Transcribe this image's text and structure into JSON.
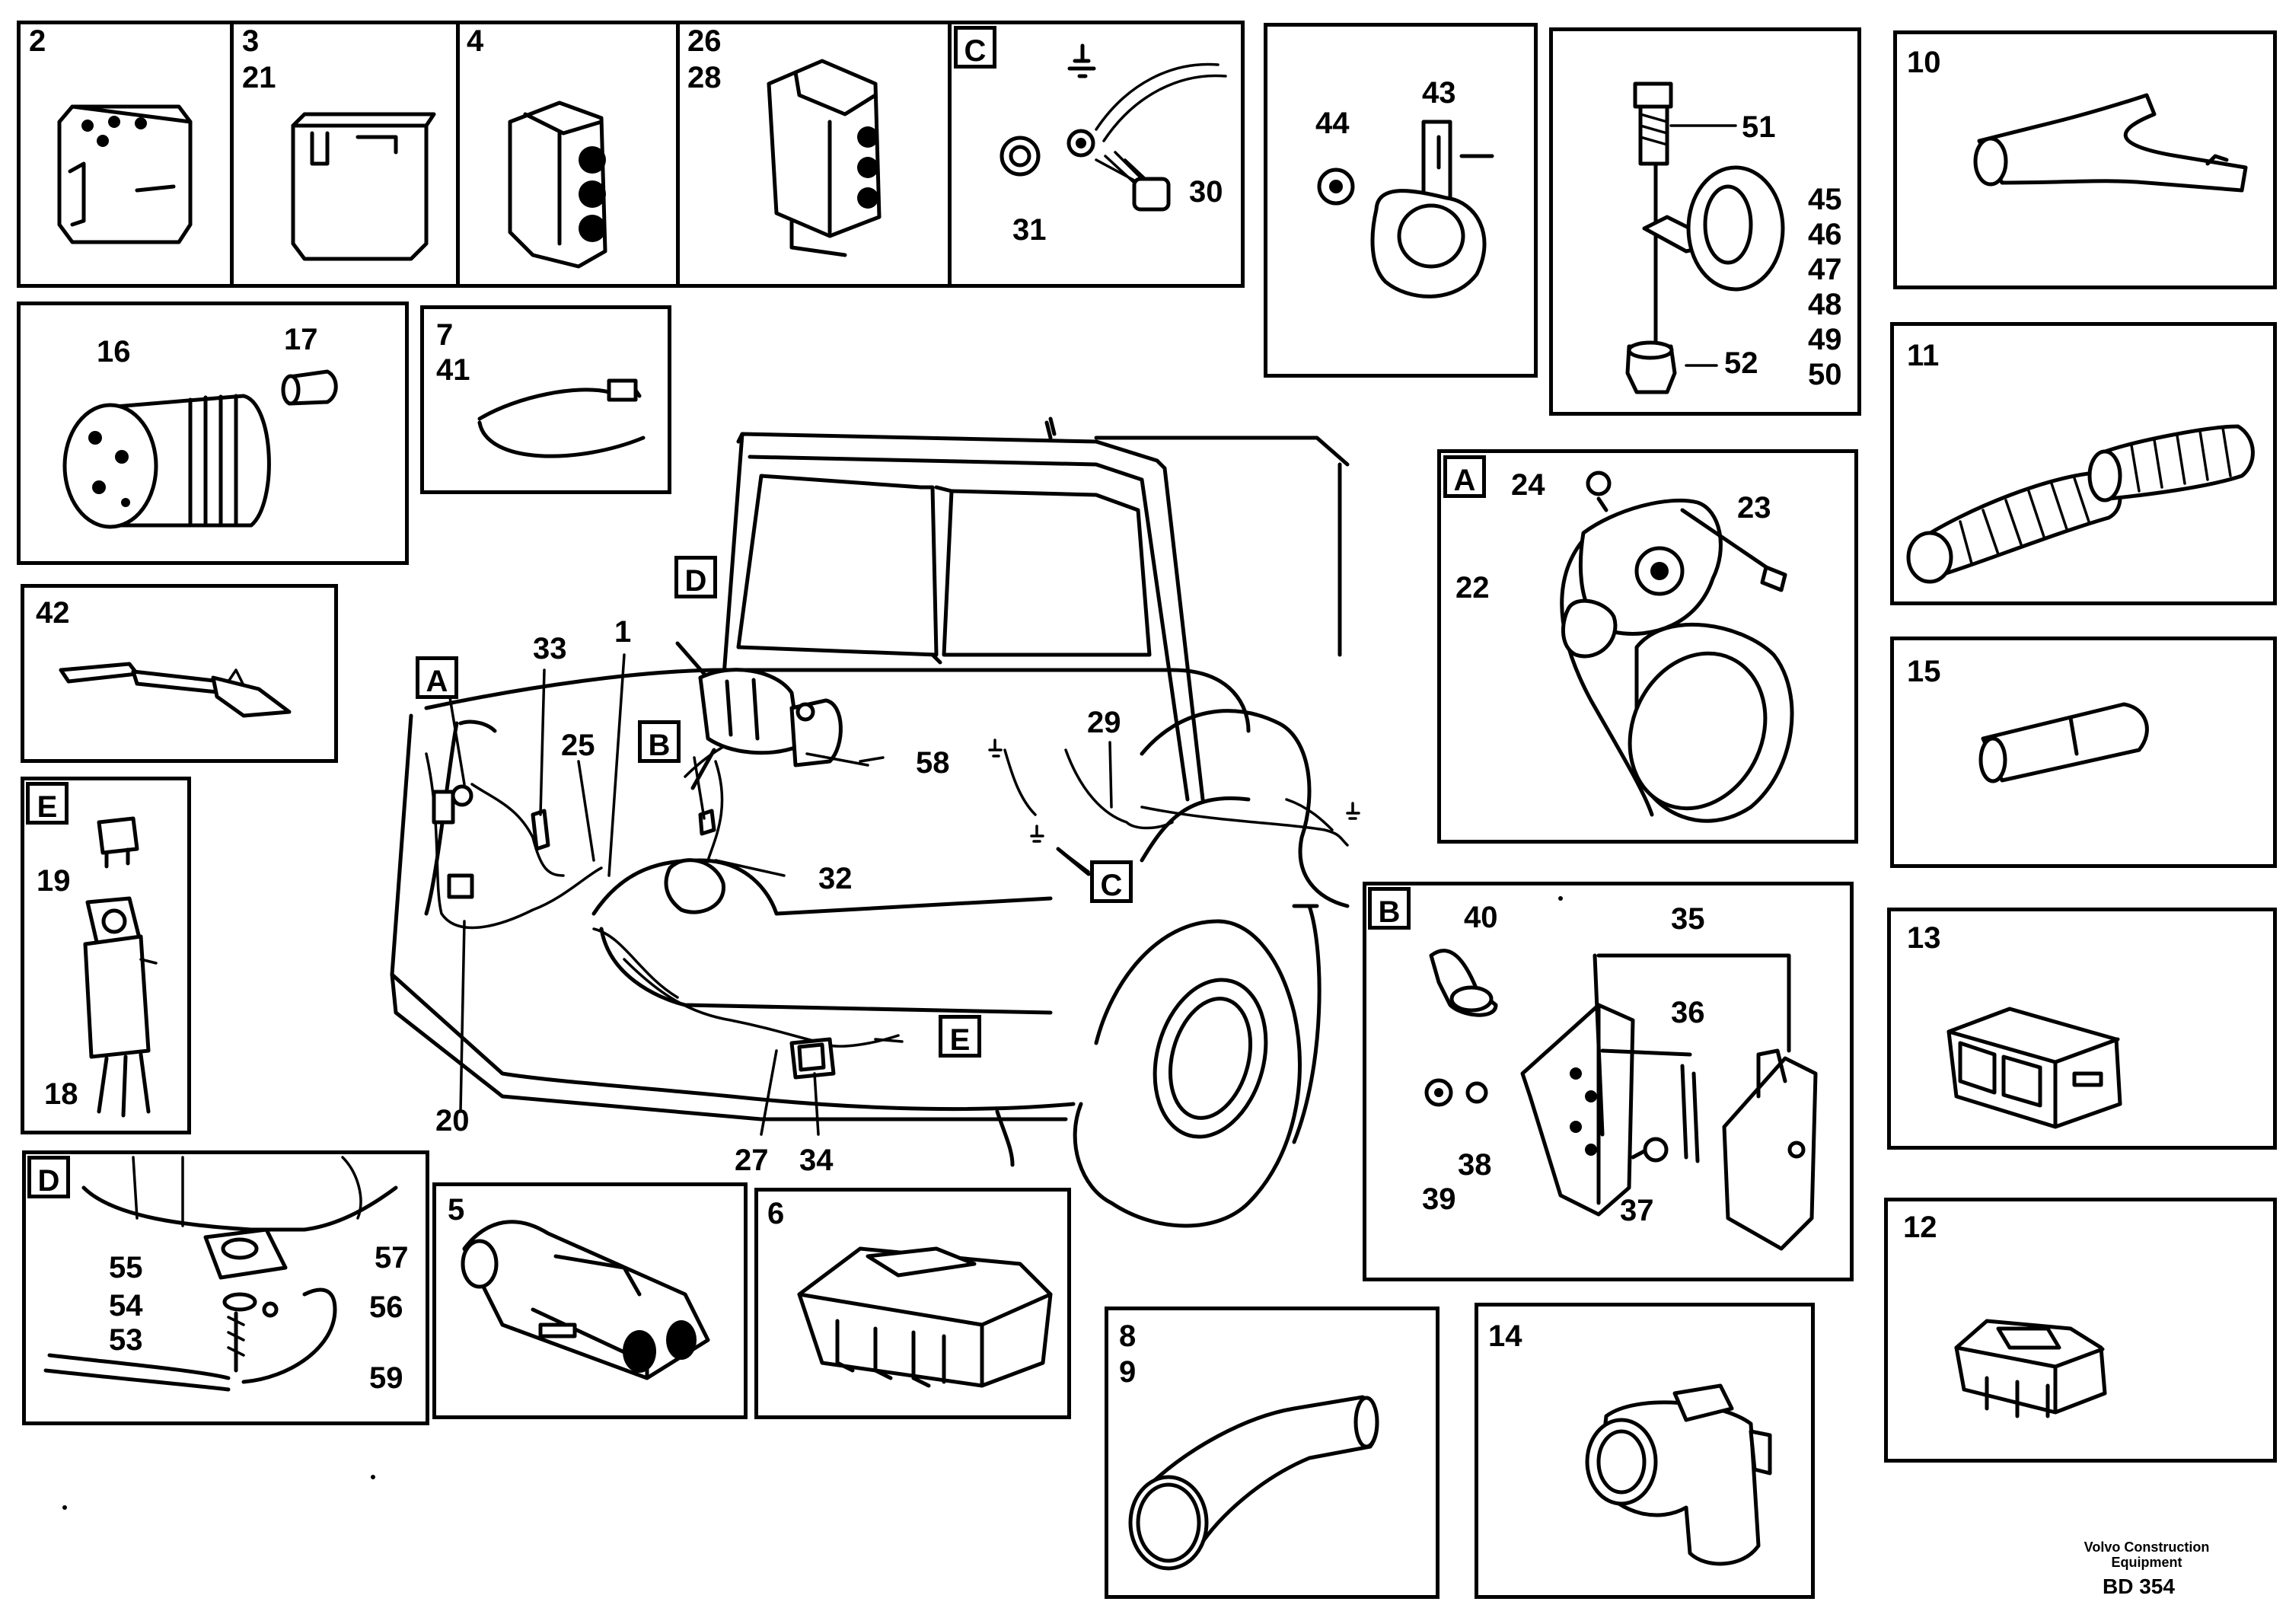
{
  "panels": {
    "p2": {
      "labels": [
        "2"
      ]
    },
    "p3": {
      "labels": [
        "3",
        "21"
      ]
    },
    "p4": {
      "labels": [
        "4"
      ]
    },
    "p26": {
      "labels": [
        "26",
        "28"
      ]
    },
    "pC": {
      "tag": "C",
      "labels": [
        "31",
        "30"
      ]
    },
    "p43": {
      "labels": [
        "44",
        "43"
      ]
    },
    "p51": {
      "labels": [
        "51",
        "45",
        "46",
        "47",
        "48",
        "49",
        "50",
        "52"
      ]
    },
    "p10": {
      "labels": [
        "10"
      ]
    },
    "p16": {
      "labels": [
        "16",
        "17"
      ]
    },
    "p7": {
      "labels": [
        "7",
        "41"
      ]
    },
    "pA": {
      "tag": "A",
      "labels": [
        "24",
        "23",
        "22"
      ]
    },
    "p11": {
      "labels": [
        "11"
      ]
    },
    "p42": {
      "labels": [
        "42"
      ]
    },
    "p15": {
      "labels": [
        "15"
      ]
    },
    "pE": {
      "tag": "E",
      "labels": [
        "19",
        "18"
      ]
    },
    "pB": {
      "tag": "B",
      "labels": [
        "40",
        "35",
        "36",
        "38",
        "39",
        "37"
      ]
    },
    "p13": {
      "labels": [
        "13"
      ]
    },
    "pD": {
      "tag": "D",
      "labels": [
        "55",
        "57",
        "54",
        "56",
        "53",
        "59"
      ]
    },
    "p5": {
      "labels": [
        "5"
      ]
    },
    "p6": {
      "labels": [
        "6"
      ]
    },
    "p12": {
      "labels": [
        "12"
      ]
    },
    "p8": {
      "labels": [
        "8",
        "9"
      ]
    },
    "p14": {
      "labels": [
        "14"
      ]
    }
  },
  "main": {
    "tags": [
      "A",
      "D",
      "B",
      "C",
      "E"
    ],
    "labels": [
      "33",
      "1",
      "25",
      "58",
      "29",
      "32",
      "20",
      "27",
      "34"
    ]
  },
  "footer": {
    "brand_line1": "Volvo Construction",
    "brand_line2": "Equipment",
    "code": "BD 354"
  }
}
